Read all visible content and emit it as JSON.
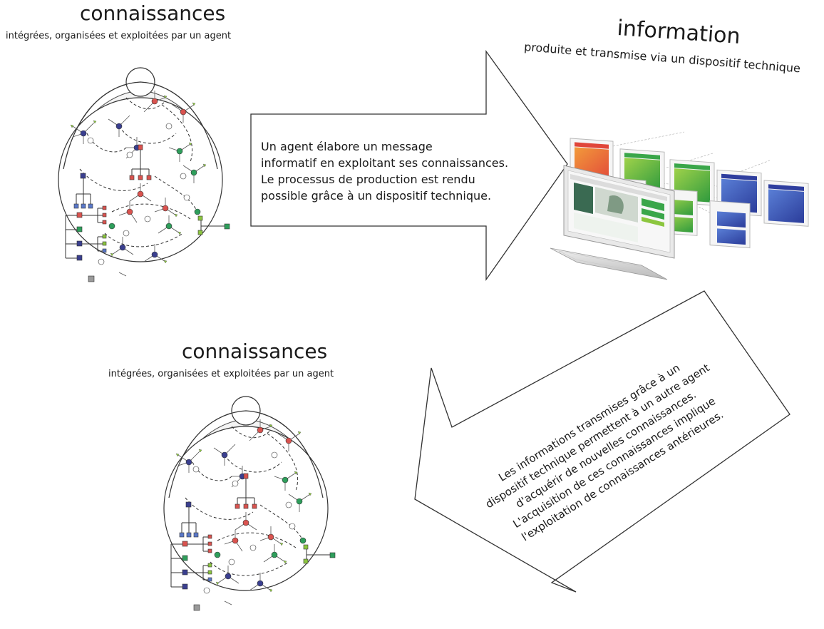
{
  "top_label": {
    "title": "connaissances",
    "subtitle": "intégrées, organisées et exploitées par un agent"
  },
  "bottom_label": {
    "title": "connaissances",
    "subtitle": "intégrées, organisées et exploitées par un agent"
  },
  "info_label": {
    "title": "information",
    "subtitle": "produite et transmise via un dispositif technique"
  },
  "right_arrow": {
    "lines": [
      "Un agent élabore un message",
      "informatif en exploitant ses connaissances.",
      "Le processus de production est rendu",
      "possible  grâce à un dispositif technique."
    ]
  },
  "left_arrow": {
    "lines": [
      "Les informations transmises grâce  à un",
      "dispositif technique permettent à un autre agent",
      "d'acquérir de nouvelles  connaissances.",
      "L'acquisition de ces connaissances implique",
      "l'exploitation de connaissances antérieures."
    ]
  },
  "colors": {
    "node_blue": "#3a3f8f",
    "node_red": "#d9534f",
    "node_green": "#2e9e5b",
    "node_lightgreen": "#8cc63f",
    "node_gray": "#9a9a9a",
    "screen_red": "#e0463a",
    "screen_green": "#3aa64a",
    "screen_blue": "#2f3e9e"
  },
  "icons": [
    "head-diagram-icon",
    "computer-monitor-icon",
    "keyboard-icon"
  ]
}
